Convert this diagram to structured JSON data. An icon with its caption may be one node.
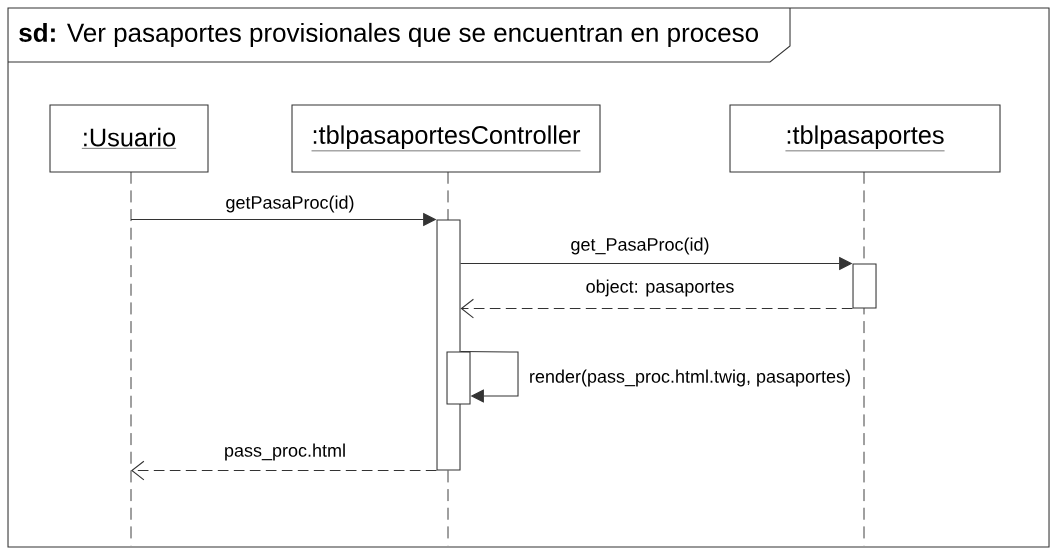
{
  "diagram": {
    "nodes": [
      {
        "text": [
          "**sd:** Ver pasaportes provisionales que se encuentran en proceso"
        ]
      },
      {
        "text": [
          ":Usuario"
        ],
        "in": 0
      },
      {
        "text": [
          ":tblpasaportesController"
        ],
        "in": 0
      },
      {
        "text": [
          ":tblpasaportes"
        ],
        "in": 0
      },
      {
        "text": [],
        "shape": "line",
        "in": 0
      },
      {
        "text": [],
        "shape": "line",
        "in": 0
      },
      {
        "text": [],
        "shape": "line",
        "in": 0
      },
      {
        "text": [],
        "shape": "bar",
        "in": 0
      },
      {
        "text": [],
        "shape": "bar",
        "in": 0
      },
      {
        "text": [],
        "shape": "bar",
        "in": 0
      }
    ],
    "edges": [
      {
        "from": 4,
        "to": 7,
        "arrow": "to",
        "label": "getPasaProc(id)"
      },
      {
        "from": 7,
        "to": 8,
        "arrow": "to",
        "label": "get_PasaProc(id)"
      },
      {
        "from": 8,
        "to": 7,
        "arrow": "to",
        "label": "object: pasaportes",
        "style": "dashed"
      },
      {
        "from": 7,
        "to": 9,
        "arrow": "to",
        "label": "render(pass_proc.html.twig, pasaportes)"
      },
      {
        "from": 7,
        "to": 4,
        "arrow": "to",
        "label": "pass_proc.html",
        "style": "dashed"
      }
    ]
  }
}
